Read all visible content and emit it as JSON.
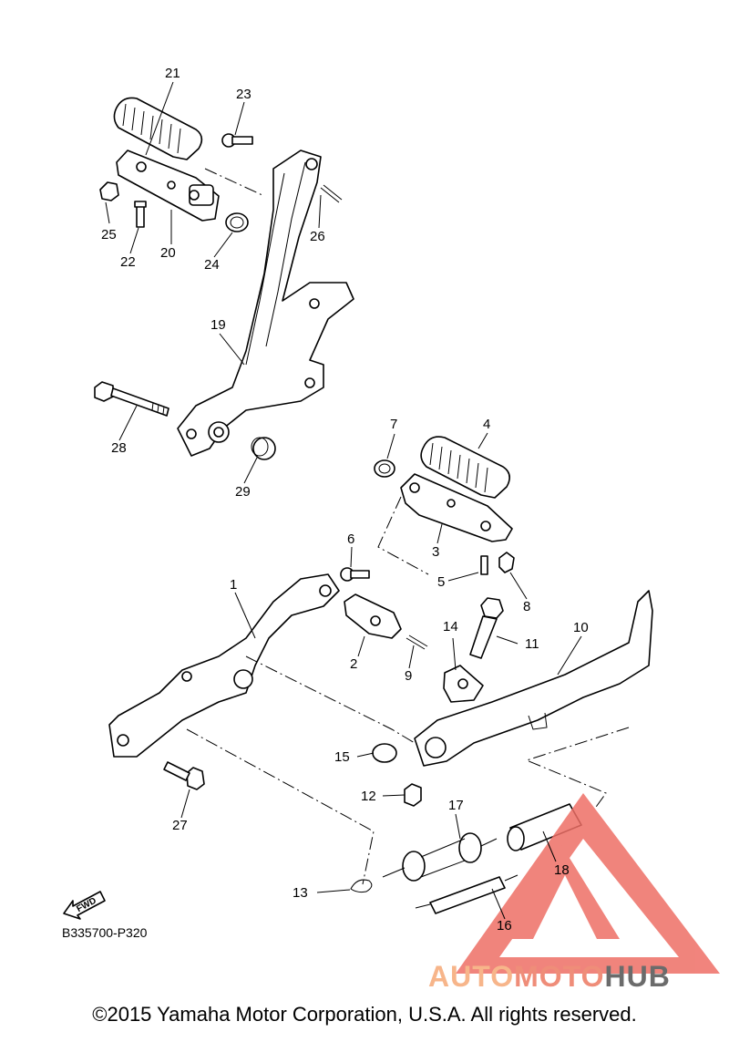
{
  "diagram": {
    "code": "B335700-P320",
    "fwd_label": "FWD",
    "copyright": "©2015 Yamaha Motor Corporation, U.S.A. All rights reserved.",
    "watermark": {
      "part1": "AUTO",
      "part2": "MOTO",
      "part3": "HUB",
      "color_light": "#f7b58a",
      "color_mid": "#ef8d79",
      "color_dark": "#6b6b6b",
      "logo_color": "#ee6f66"
    },
    "callouts": [
      "1",
      "2",
      "3",
      "4",
      "5",
      "6",
      "7",
      "8",
      "9",
      "10",
      "11",
      "12",
      "13",
      "14",
      "15",
      "16",
      "17",
      "18",
      "19",
      "20",
      "21",
      "22",
      "23",
      "24",
      "25",
      "26",
      "27",
      "28",
      "29"
    ]
  }
}
